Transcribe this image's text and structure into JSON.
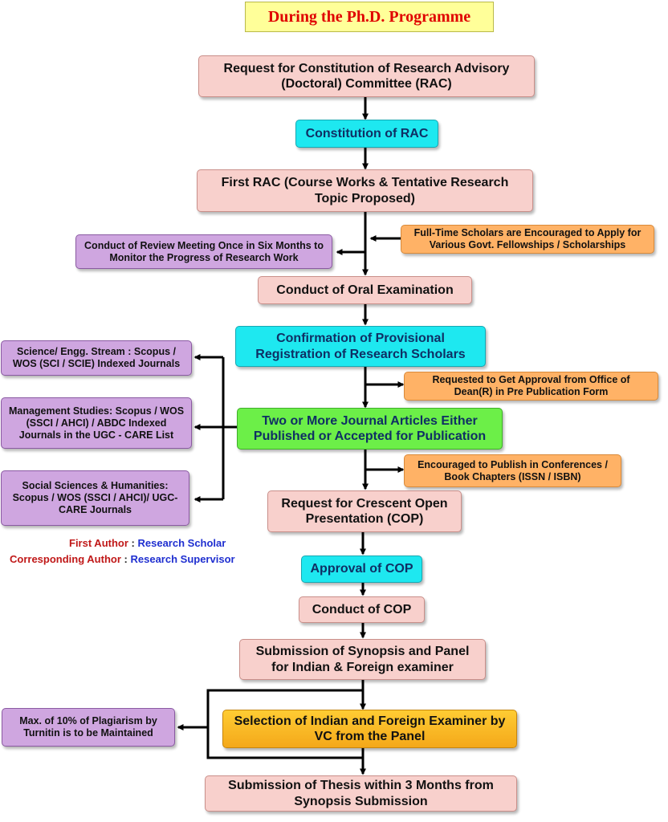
{
  "title": "During the Ph.D. Programme",
  "main_steps": {
    "request_rac": "Request for Constitution of Research Advisory (Doctoral) Committee (RAC)",
    "constitution_rac": "Constitution of RAC",
    "first_rac": "First RAC (Course Works & Tentative Research Topic Proposed)",
    "oral_exam": "Conduct of Oral Examination",
    "confirmation": "Confirmation of Provisional Registration of Research Scholars",
    "journal_articles": "Two or More Journal Articles Either Published or Accepted for Publication",
    "request_cop": "Request for Crescent Open Presentation (COP)",
    "approval_cop": "Approval of COP",
    "conduct_cop": "Conduct of COP",
    "synopsis": "Submission of Synopsis and Panel for Indian & Foreign examiner",
    "selection_examiner": "Selection of Indian and Foreign Examiner by VC from the Panel",
    "thesis_submission": "Submission of Thesis within 3 Months from Synopsis Submission"
  },
  "side_notes": {
    "fellowships": "Full-Time Scholars are Encouraged to Apply for Various Govt. Fellowships / Scholarships",
    "review_meeting": "Conduct of Review Meeting Once in Six Months to Monitor the Progress of Research Work",
    "dean_approval": "Requested to Get Approval from Office of Dean(R) in Pre Publication Form",
    "conferences": "Encouraged to Publish in Conferences / Book Chapters (ISSN / ISBN)",
    "plagiarism": "Max. of 10% of Plagiarism by Turnitin is to be Maintained"
  },
  "journal_streams": {
    "science": "Science/ Engg. Stream : Scopus / WOS (SCI / SCIE) Indexed Journals",
    "management": "Management Studies: Scopus / WOS (SSCI / AHCI) / ABDC Indexed Journals in the UGC - CARE List",
    "social_sciences": "Social Sciences & Humanities: Scopus / WOS (SSCI / AHCI)/ UGC-CARE Journals"
  },
  "authorship": {
    "first_author_label": "First Author",
    "first_author_value": "Research Scholar",
    "corresponding_author_label": "Corresponding Author",
    "corresponding_author_value": "Research Supervisor",
    "separator": ":"
  },
  "colors": {
    "main_step": "#f8d0cc",
    "highlight_cyan": "#1ee8f0",
    "highlight_green": "#6cef48",
    "side_note_orange": "#ffb266",
    "side_note_purple": "#cfa6e0",
    "selection_gold": "#f4a81a",
    "title_background": "#ffff99",
    "title_text": "#e00000",
    "connector": "#000000"
  }
}
